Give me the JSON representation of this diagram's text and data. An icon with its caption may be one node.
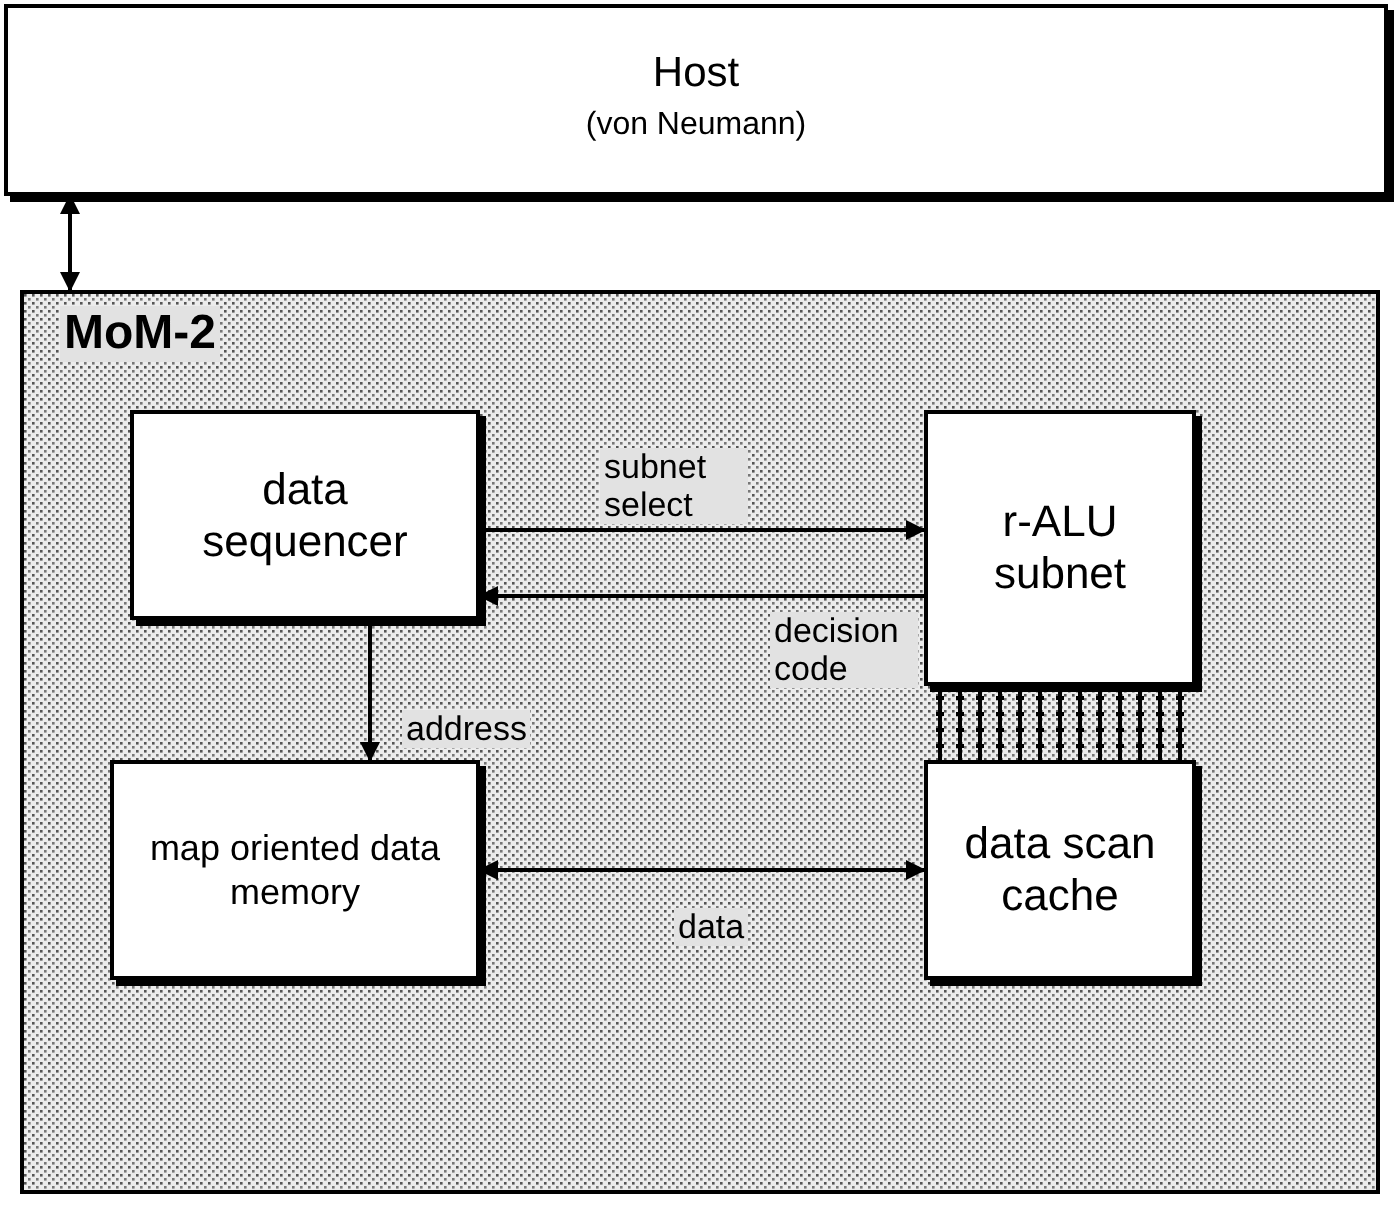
{
  "diagram": {
    "nodes": [
      {
        "text": [
          "Host",
          "(von Neumann)"
        ]
      },
      {
        "text": [
          "MoM-2"
        ]
      },
      {
        "text": [
          "data sequencer"
        ],
        "in": 1
      },
      {
        "text": [
          "r-ALU subnet"
        ],
        "in": 1
      },
      {
        "text": [
          "map oriented data memory"
        ],
        "in": 1
      },
      {
        "text": [
          "data scan cache"
        ],
        "in": 1
      }
    ],
    "edges": [
      {
        "from": 0,
        "to": 1,
        "arrow": "both"
      },
      {
        "from": 2,
        "to": 3,
        "arrow": "to",
        "label": "subnet select"
      },
      {
        "from": 3,
        "to": 2,
        "arrow": "to",
        "label": "decision code"
      },
      {
        "from": 2,
        "to": 4,
        "arrow": "to",
        "label": "address"
      },
      {
        "from": 4,
        "to": 5,
        "arrow": "both",
        "label": "data"
      },
      {
        "from": 3,
        "to": 5,
        "arrow": "none"
      }
    ]
  }
}
